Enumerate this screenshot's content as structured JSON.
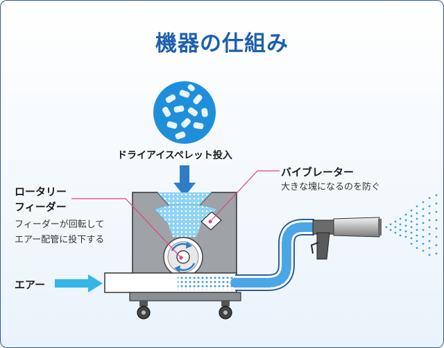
{
  "title": "機器の仕組み",
  "labels": {
    "pellet_input": "ドライアイスペレット投入",
    "vibrator": "バイブレーター",
    "vibrator_desc": "大きな塊になるのを防ぐ",
    "rotary_feeder_line1": "ロータリー",
    "rotary_feeder_line2": "フィーダー",
    "rotary_desc_line1": "フィーダーが回転して",
    "rotary_desc_line2": "エアー配管に投下する",
    "air": "エアー"
  },
  "colors": {
    "title": "#1d5fae",
    "arrow_blue": "#2e7dc6",
    "air_arrow": "#35b6e8",
    "pellet_blue": "#1f8fdc",
    "leader_pink": "#e0427a",
    "machine_gray": "#9fa2a7"
  }
}
